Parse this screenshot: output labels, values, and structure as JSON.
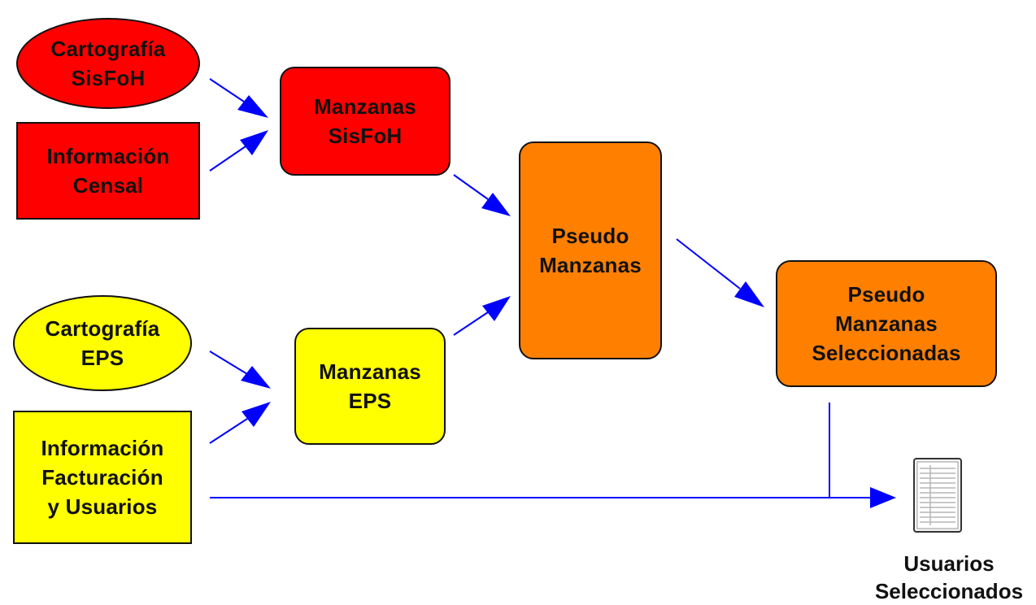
{
  "colors": {
    "red": "#ff0000",
    "yellow": "#ffff00",
    "orange": "#ff8000",
    "arrow": "#0000ff"
  },
  "nodes": {
    "cartografia_sisfoh": {
      "label": "Cartografía\nSisFoH",
      "shape": "ellipse",
      "color": "red"
    },
    "informacion_censal": {
      "label": "Información\nCensal",
      "shape": "rectangle",
      "color": "red"
    },
    "manzanas_sisfoh": {
      "label": "Manzanas\nSisFoH",
      "shape": "rounded-rectangle",
      "color": "red"
    },
    "cartografia_eps": {
      "label": "Cartografía\nEPS",
      "shape": "ellipse",
      "color": "yellow"
    },
    "informacion_facturacion": {
      "label": "Información\nFacturación\ny Usuarios",
      "shape": "rectangle",
      "color": "yellow"
    },
    "manzanas_eps": {
      "label": "Manzanas\nEPS",
      "shape": "rounded-rectangle",
      "color": "yellow"
    },
    "pseudo_manzanas": {
      "label": "Pseudo\nManzanas",
      "shape": "rounded-rectangle",
      "color": "orange"
    },
    "pseudo_manzanas_seleccionadas": {
      "label": "Pseudo\nManzanas\nSeleccionadas",
      "shape": "rounded-rectangle",
      "color": "orange"
    }
  },
  "output": {
    "label": "Usuarios\nSeleccionados",
    "icon": "document-icon"
  },
  "edges": [
    {
      "from": "Cartografía SisFoH",
      "to": "Manzanas SisFoH"
    },
    {
      "from": "Información Censal",
      "to": "Manzanas SisFoH"
    },
    {
      "from": "Cartografía EPS",
      "to": "Manzanas EPS"
    },
    {
      "from": "Información Facturación y Usuarios",
      "to": "Manzanas EPS"
    },
    {
      "from": "Manzanas SisFoH",
      "to": "Pseudo Manzanas"
    },
    {
      "from": "Manzanas EPS",
      "to": "Pseudo Manzanas"
    },
    {
      "from": "Pseudo Manzanas",
      "to": "Pseudo Manzanas Seleccionadas"
    },
    {
      "from": "Información Facturación y Usuarios",
      "to": "Usuarios Seleccionados"
    },
    {
      "from": "Pseudo Manzanas Seleccionadas",
      "to": "Usuarios Seleccionados"
    }
  ]
}
